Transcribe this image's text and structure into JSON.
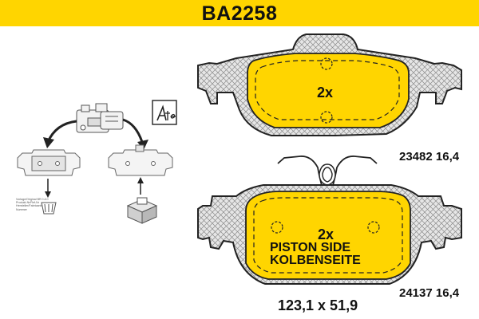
{
  "header": {
    "code": "BA2258",
    "background": "#ffd500"
  },
  "pads": [
    {
      "qty": "2x",
      "spec": "23482 16,4"
    },
    {
      "qty": "2x",
      "spec": "24137 16,4",
      "side_label_en": "PISTON SIDE",
      "side_label_de": "KOLBENSEITE"
    }
  ],
  "dimensions": "123,1 x 51,9",
  "logo": {
    "text": "Ate",
    "icon": "ate-logo-icon"
  },
  "colors": {
    "pad_fill": "#ffd500",
    "backplate": "#d9d9d9",
    "outline": "#222222"
  },
  "diagram": {
    "note_lines": [
      "Vorlage/Original BR 0 A 0",
      "Produkt-Nr/Ref-Nr",
      "Hersteller/Fabricante",
      "Nummer"
    ]
  }
}
